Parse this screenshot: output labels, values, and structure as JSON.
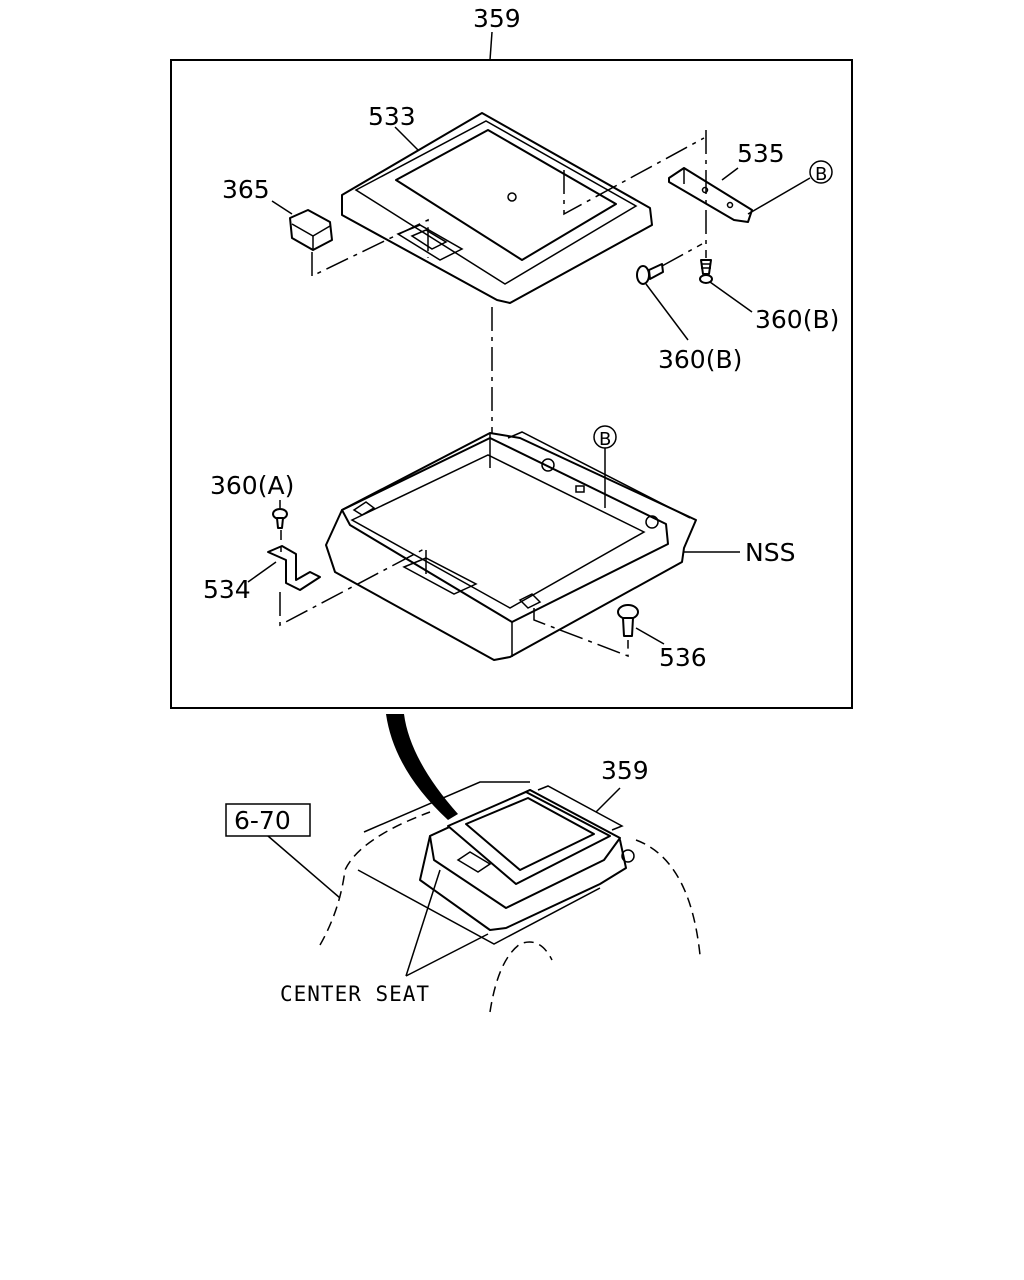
{
  "labels": {
    "assembly_top": "359",
    "lid": "533",
    "switch": "365",
    "bracket_top": "535",
    "ref_b_top": "B",
    "screw_b_right": "360(B)",
    "screw_b_left": "360(B)",
    "ref_b_mid": "B",
    "screw_a": "360(A)",
    "bracket_lower": "534",
    "nss": "NSS",
    "clip": "536",
    "assembly_bottom": "359",
    "page_ref": "6-70",
    "center_seat": "CENTER SEAT"
  }
}
